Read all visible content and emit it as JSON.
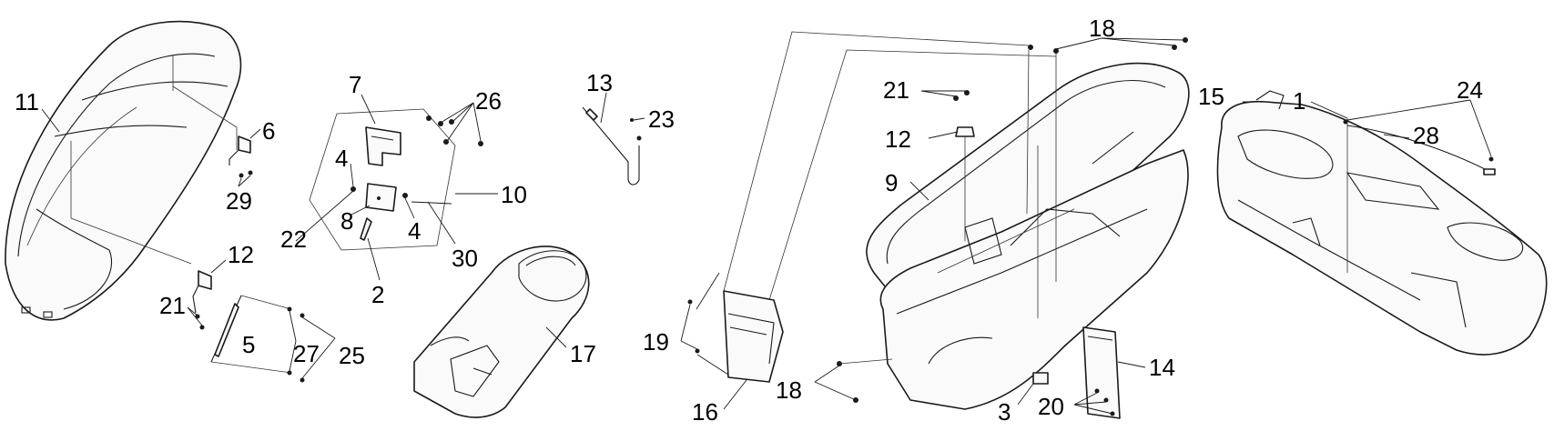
{
  "diagram": {
    "callouts": [
      {
        "id": "c11",
        "label": "11"
      },
      {
        "id": "c6",
        "label": "6"
      },
      {
        "id": "c29",
        "label": "29"
      },
      {
        "id": "c12a",
        "label": "12"
      },
      {
        "id": "c21a",
        "label": "21"
      },
      {
        "id": "c5",
        "label": "5"
      },
      {
        "id": "c27",
        "label": "27"
      },
      {
        "id": "c25",
        "label": "25"
      },
      {
        "id": "c7",
        "label": "7"
      },
      {
        "id": "c26",
        "label": "26"
      },
      {
        "id": "c4a",
        "label": "4"
      },
      {
        "id": "c10",
        "label": "10"
      },
      {
        "id": "c22",
        "label": "22"
      },
      {
        "id": "c8",
        "label": "8"
      },
      {
        "id": "c4b",
        "label": "4"
      },
      {
        "id": "c30",
        "label": "30"
      },
      {
        "id": "c2",
        "label": "2"
      },
      {
        "id": "c13",
        "label": "13"
      },
      {
        "id": "c23",
        "label": "23"
      },
      {
        "id": "c17",
        "label": "17"
      },
      {
        "id": "c19",
        "label": "19"
      },
      {
        "id": "c16",
        "label": "16"
      },
      {
        "id": "c18a",
        "label": "18"
      },
      {
        "id": "c21b",
        "label": "21"
      },
      {
        "id": "c12b",
        "label": "12"
      },
      {
        "id": "c9",
        "label": "9"
      },
      {
        "id": "c18b",
        "label": "18"
      },
      {
        "id": "c15",
        "label": "15"
      },
      {
        "id": "c1",
        "label": "1"
      },
      {
        "id": "c24",
        "label": "24"
      },
      {
        "id": "c28",
        "label": "28"
      },
      {
        "id": "c14",
        "label": "14"
      },
      {
        "id": "c3",
        "label": "3"
      },
      {
        "id": "c20",
        "label": "20"
      }
    ]
  }
}
